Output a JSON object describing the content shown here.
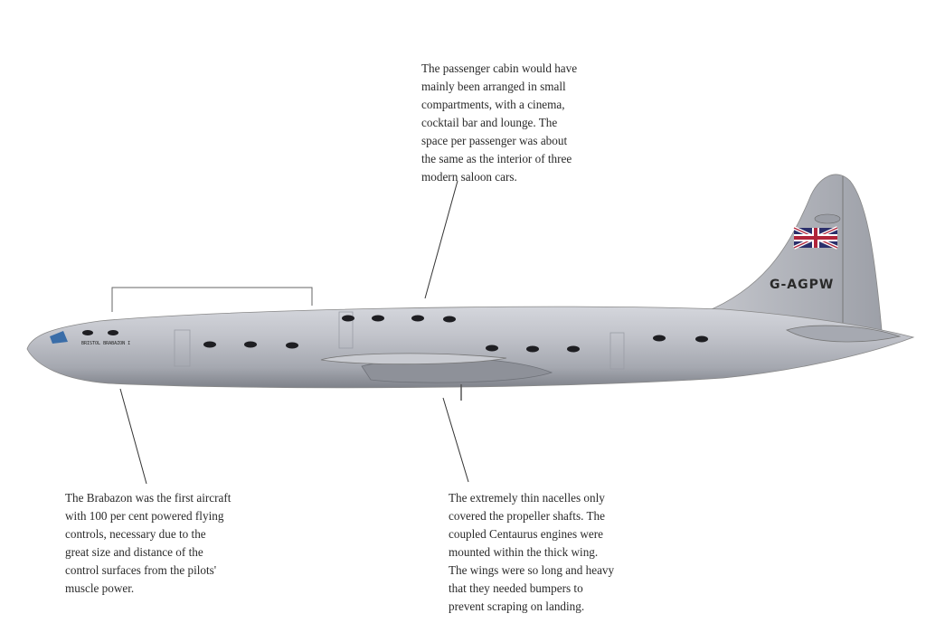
{
  "notes": {
    "cabin": "The passenger cabin would have\nmainly been arranged in small\ncompartments, with a cinema,\ncocktail bar and lounge. The\nspace per passenger was about\nthe same as the interior of three\nmodern saloon cars.",
    "controls": "The Brabazon was the first aircraft\nwith 100 per cent powered flying\ncontrols, necessary due to the\ngreat size and distance of the\ncontrol surfaces from the pilots'\nmuscle power.",
    "nacelles": "The extremely thin nacelles only\ncovered the propeller shafts. The\ncoupled Centaurus engines were\nmounted within the thick wing.\nThe wings were so long and heavy\nthat they needed bumpers to\nprevent scraping on landing."
  },
  "aircraft": {
    "fuselage_name": "BRISTOL BRABAZON I",
    "registration": "G-AGPW",
    "colors": {
      "body": "#b7bac2",
      "shade": "#8e9199",
      "flag_blue": "#2b2f6b",
      "flag_red": "#b0243a"
    }
  }
}
